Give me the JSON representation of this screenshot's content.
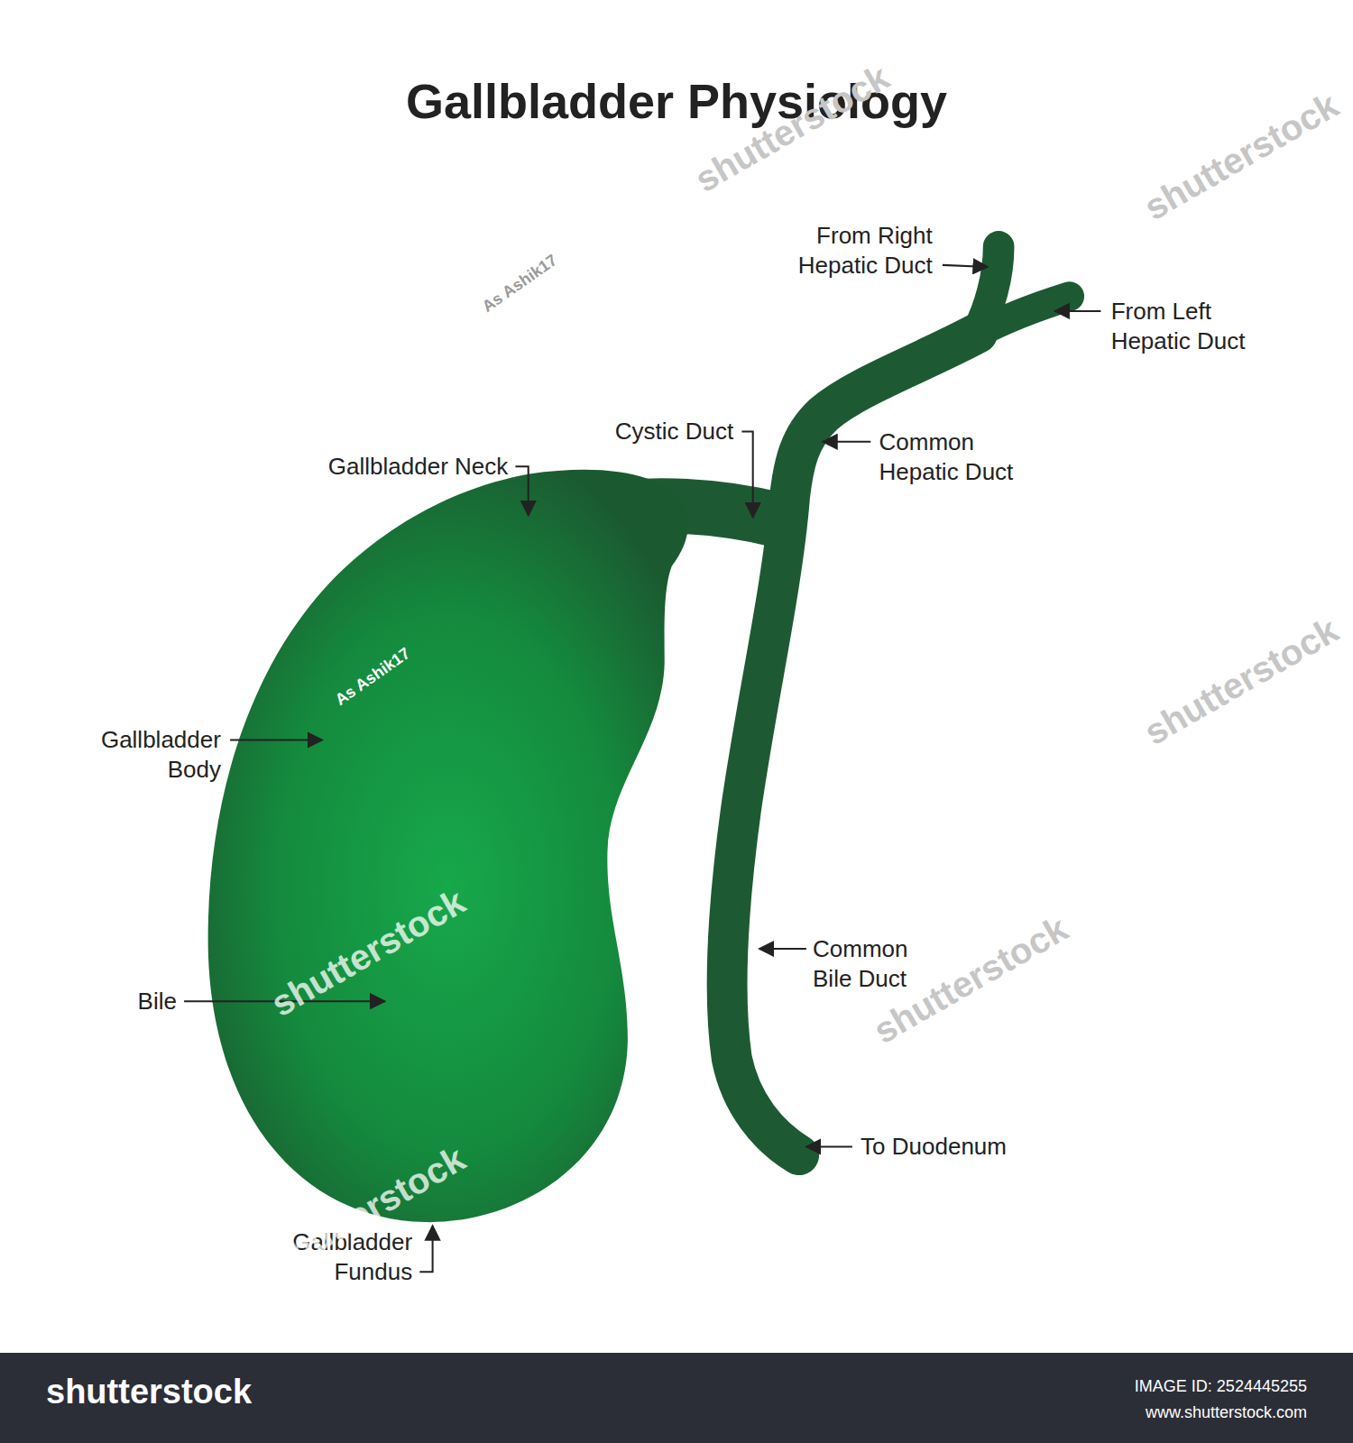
{
  "diagram": {
    "title": "Gallbladder Physiology",
    "labels": [
      "From Right Hepatic Duct",
      "From Left Hepatic Duct",
      "Cystic Duct",
      "Common Hepatic Duct",
      "Gallbladder Neck",
      "Gallbladder Body",
      "Bile",
      "Common Bile Duct",
      "To Duodenum",
      "Gallbladder Fundus",
      "As Ashik17",
      "As Ashik17",
      "As Ashik17",
      "shutterstock",
      "shutterstock",
      "shutterstock",
      "shutterstock",
      "shutterstock",
      "shutterstock",
      "shutterstock",
      "IMAGE ID: 2524445255",
      "www.shutterstock.com"
    ]
  }
}
